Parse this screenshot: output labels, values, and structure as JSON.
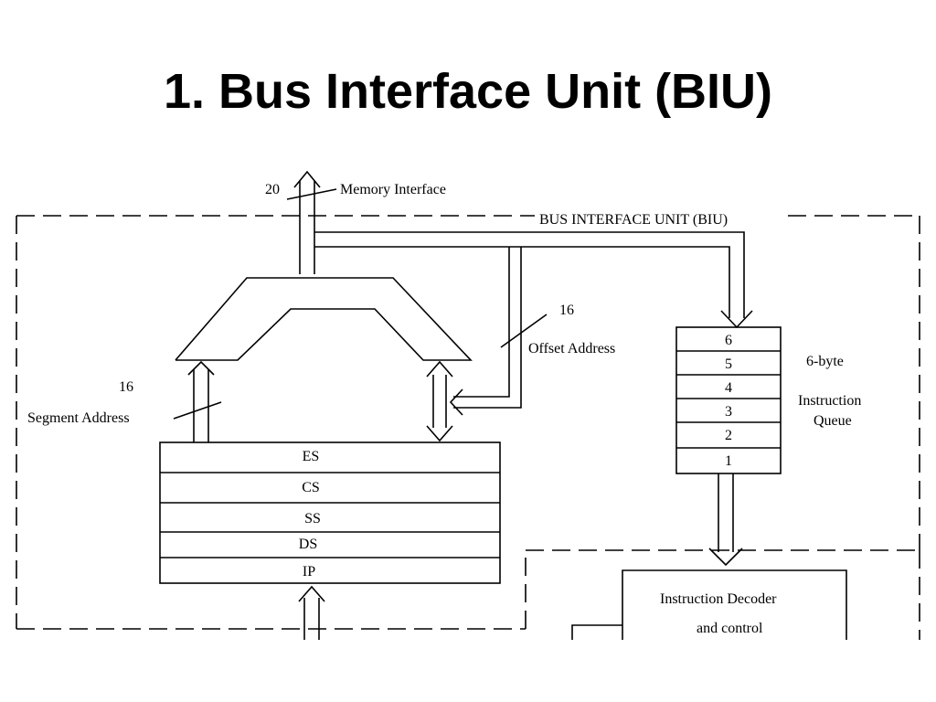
{
  "title": "1. Bus Interface Unit (BIU)",
  "labels": {
    "memory_bus_width": "20",
    "memory_interface": "Memory Interface",
    "biu_boundary": "BUS INTERFACE UNIT (BIU)",
    "offset_width": "16",
    "offset_address": "Offset Address",
    "segment_width": "16",
    "segment_address": "Segment Address",
    "queue_size": "6-byte",
    "queue_name_line1": "Instruction",
    "queue_name_line2": "Queue",
    "decoder_line1": "Instruction Decoder",
    "decoder_line2": "and control"
  },
  "registers": [
    "ES",
    "CS",
    "SS",
    "DS",
    "IP"
  ],
  "queue_slots": [
    "6",
    "5",
    "4",
    "3",
    "2",
    "1"
  ]
}
